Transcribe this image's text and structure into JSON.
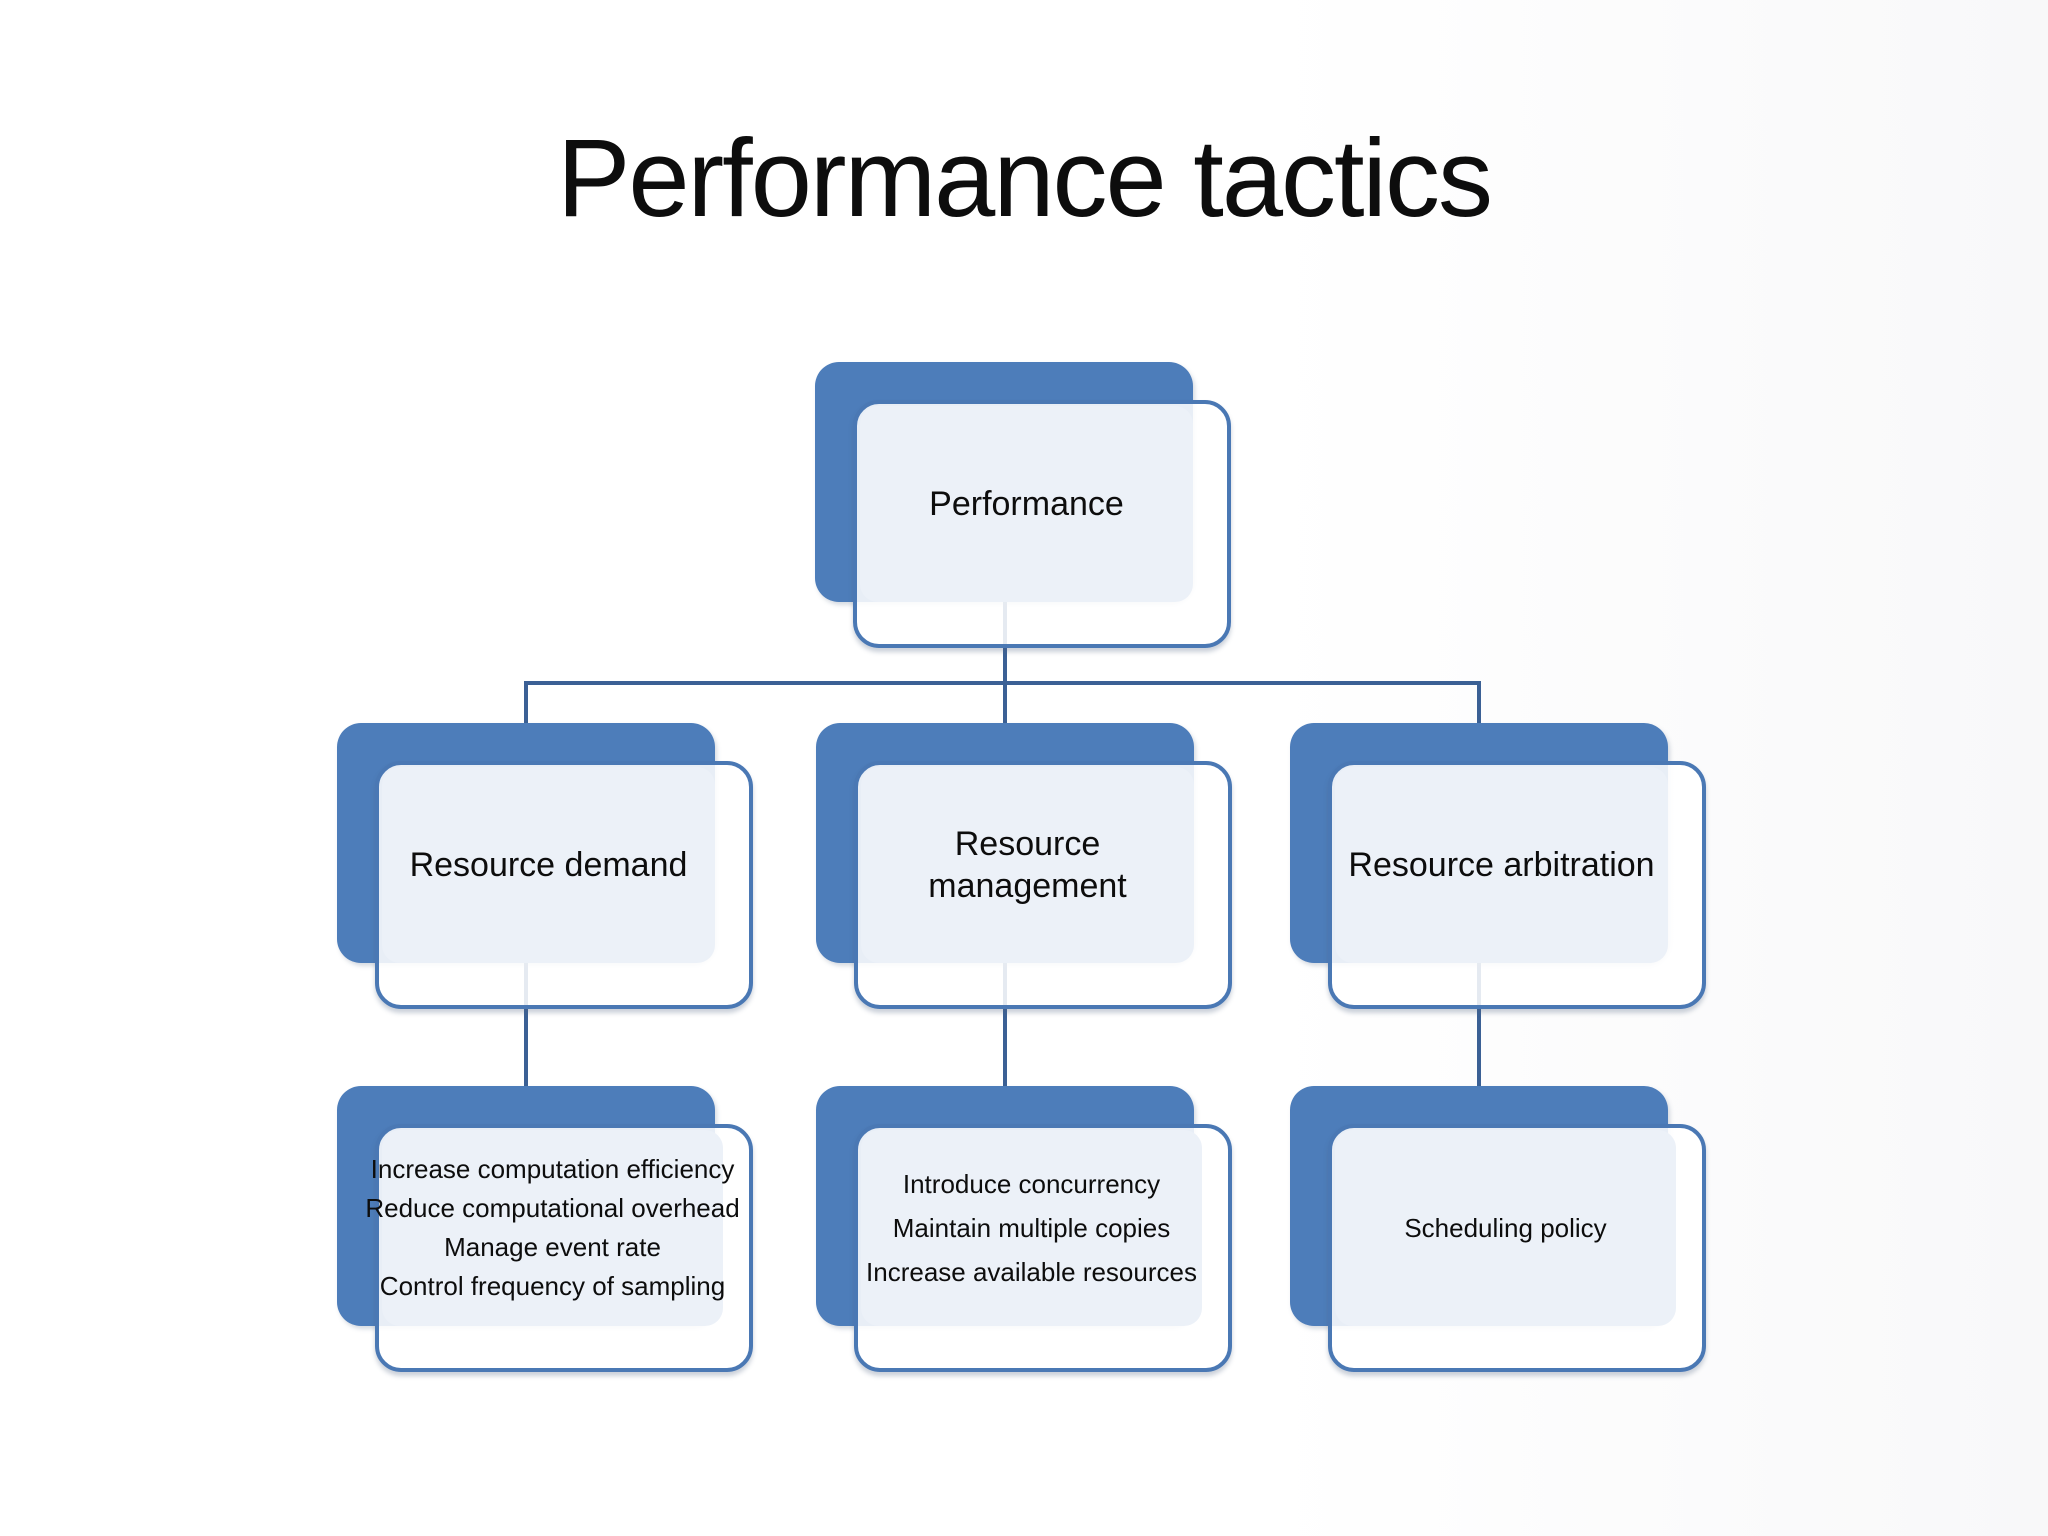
{
  "slide": {
    "title": "Performance tactics"
  },
  "colors": {
    "accent_blue": "#4d7dba",
    "border_blue": "#4a78b4",
    "connector_blue": "#3b6095",
    "panel_fill": "#ecf1f8",
    "text_color": "#0d0d0d"
  },
  "tree": {
    "root": {
      "label": "Performance"
    },
    "branches": [
      {
        "label": "Resource demand",
        "tactics": [
          "Increase computation efficiency",
          "Reduce computational overhead",
          "Manage event rate",
          "Control frequency of sampling"
        ]
      },
      {
        "label": "Resource management",
        "tactics": [
          "Introduce concurrency",
          "Maintain multiple copies",
          "Increase available resources"
        ]
      },
      {
        "label": "Resource arbitration",
        "tactics": [
          "Scheduling policy"
        ]
      }
    ]
  }
}
